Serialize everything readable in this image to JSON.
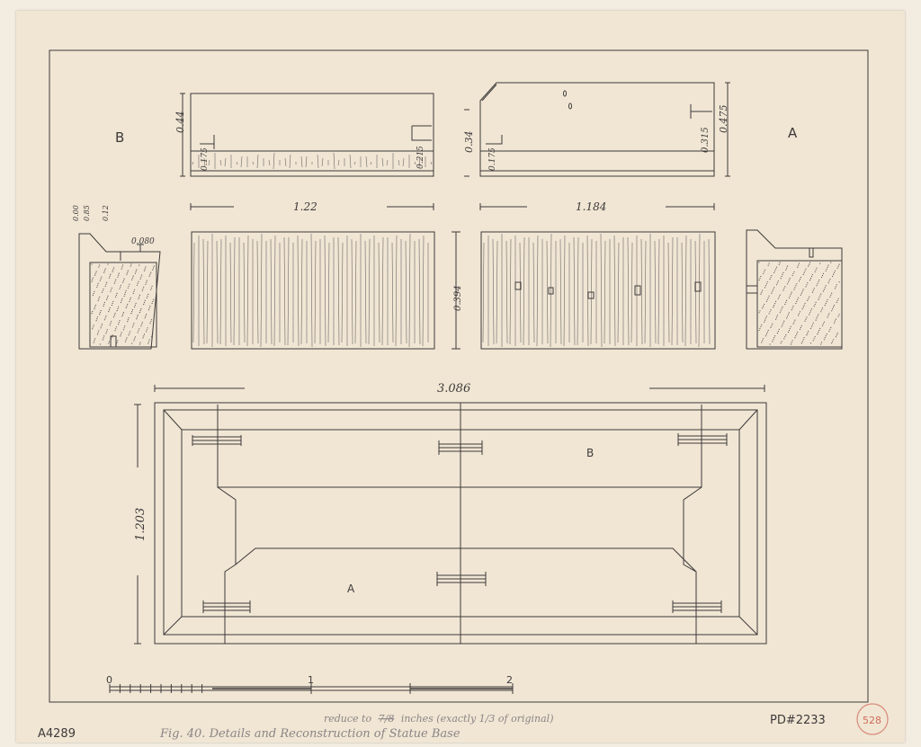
{
  "views": {
    "label_a": "A",
    "label_b": "B"
  },
  "dimensions": {
    "b_height": "0.44",
    "b_lower": "0.175",
    "b_right": "0.215",
    "a_left": "0.34",
    "a_lower": "0.175",
    "a_mid": "0.315",
    "a_height": "0.475",
    "b_length": "1.22",
    "a_length": "1.184",
    "front_height": "0.394",
    "section_top": "0.00",
    "section_mid": "0.85",
    "section_low": "0.12",
    "section_width": "0.080",
    "plan_length": "3.086",
    "plan_width": "1.203"
  },
  "plan": {
    "label_a": "A",
    "label_b": "B"
  },
  "scale_bar": {
    "labels": [
      "0",
      "1",
      "2"
    ]
  },
  "footer": {
    "catalog_number": "A4289",
    "caption": "Fig. 40. Details and Reconstruction of Statue Base",
    "note_prefix": "reduce to",
    "note_struck": "7/8",
    "note_rest": "inches (exactly 1/3 of original)",
    "plate_number": "PD#2233",
    "stamp": "528"
  }
}
